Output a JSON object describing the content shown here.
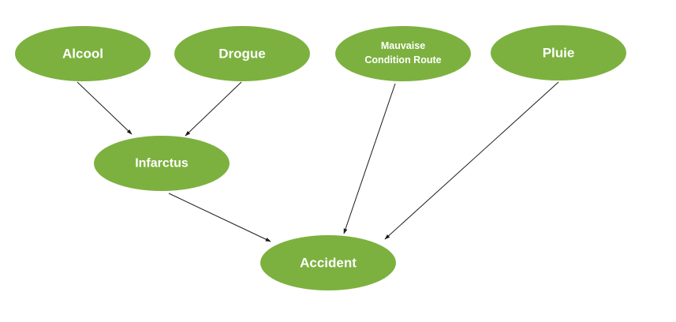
{
  "diagram": {
    "node_color": "#7cb13f",
    "label_color": "#ffffff",
    "edge_color": "#1a1a1a",
    "nodes": {
      "alcool": {
        "label": "Alcool"
      },
      "drogue": {
        "label": "Drogue"
      },
      "mauvaise": {
        "label_line1": "Mauvaise",
        "label_line2": "Condition Route"
      },
      "pluie": {
        "label": "Pluie"
      },
      "infarctus": {
        "label": "Infarctus"
      },
      "accident": {
        "label": "Accident"
      }
    },
    "edges": [
      {
        "from": "alcool",
        "to": "infarctus"
      },
      {
        "from": "drogue",
        "to": "infarctus"
      },
      {
        "from": "infarctus",
        "to": "accident"
      },
      {
        "from": "mauvaise",
        "to": "accident"
      },
      {
        "from": "pluie",
        "to": "accident"
      }
    ]
  }
}
